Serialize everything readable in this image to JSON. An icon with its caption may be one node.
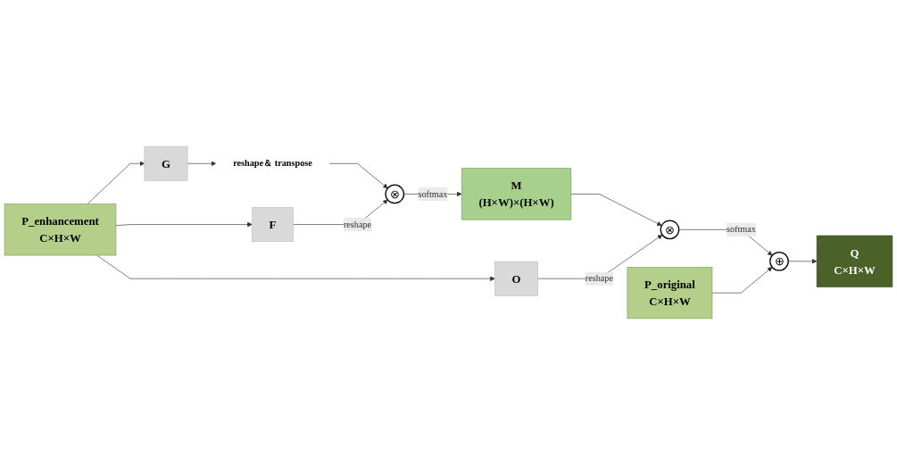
{
  "diagram": {
    "nodes": [
      {
        "text": [
          "P_enhancement",
          "C×H×W"
        ]
      },
      {
        "text": [
          "G"
        ]
      },
      {
        "text": [
          "F"
        ]
      },
      {
        "text": [
          "O"
        ]
      },
      {
        "text": [
          "reshape＆ transpose"
        ]
      },
      {
        "text": [
          "⊗"
        ]
      },
      {
        "text": [
          "M",
          "(H×W)×(H×W)"
        ]
      },
      {
        "text": [
          "⊗"
        ]
      },
      {
        "text": [
          "⊕"
        ]
      },
      {
        "text": [
          "Q",
          "C×H×W"
        ]
      },
      {
        "text": [
          "P_original",
          "C×H×W"
        ]
      }
    ],
    "edges": [
      {
        "from": 0,
        "to": 1,
        "arrow": "to"
      },
      {
        "from": 0,
        "to": 2,
        "arrow": "to"
      },
      {
        "from": 0,
        "to": 3,
        "arrow": "to"
      },
      {
        "from": 1,
        "to": 4,
        "arrow": "to"
      },
      {
        "from": 4,
        "to": 5,
        "arrow": "to"
      },
      {
        "from": 2,
        "to": 5,
        "label": "reshape",
        "arrow": "to"
      },
      {
        "from": 5,
        "to": 6,
        "label": "softmax",
        "arrow": "to"
      },
      {
        "from": 6,
        "to": 7,
        "arrow": "to"
      },
      {
        "from": 3,
        "to": 7,
        "label": "reshape",
        "arrow": "to"
      },
      {
        "from": 7,
        "to": 8,
        "label": "softmax",
        "arrow": "to"
      },
      {
        "from": 8,
        "to": 9,
        "arrow": "to"
      },
      {
        "from": 10,
        "to": 8,
        "arrow": "to"
      }
    ]
  }
}
